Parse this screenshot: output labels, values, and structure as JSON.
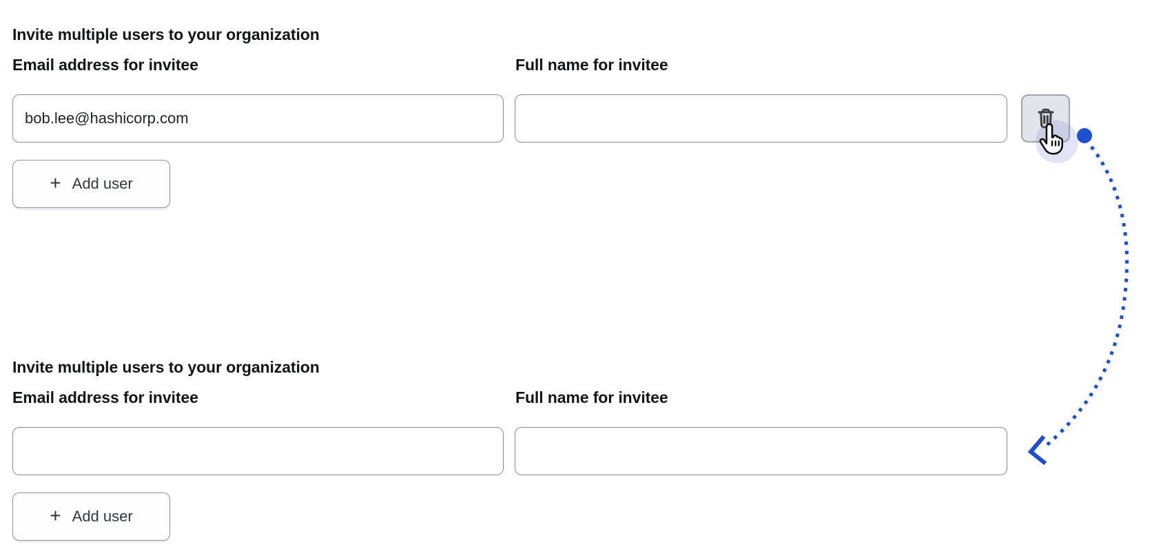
{
  "colors": {
    "accent": "#1e4ed2",
    "text": "#121419",
    "input_border": "#878b99",
    "button_border": "#8f929e",
    "button_bg": "#fdfdfe",
    "trash_bg": "#e3e4e9",
    "trash_border": "#a2a4ad",
    "halo": "rgba(120,134,218,0.22)",
    "value_text": "#22242b"
  },
  "icons": {
    "delete": "trash-icon",
    "add": "plus-icon",
    "pointer": "hand-pointer-cursor",
    "annotation": "dotted-arrow"
  },
  "forms": [
    {
      "heading": "Invite multiple users to your organization",
      "email_label": "Email address for invitee",
      "name_label": "Full name for invitee",
      "email_value": "bob.lee@hashicorp.com",
      "name_value": "",
      "plus_glyph": "+",
      "add_user_label": "Add user"
    },
    {
      "heading": "Invite multiple users to your organization",
      "email_label": "Email address for invitee",
      "name_label": "Full name for invitee",
      "email_value": "",
      "name_value": "",
      "plus_glyph": "+",
      "add_user_label": "Add user"
    }
  ]
}
